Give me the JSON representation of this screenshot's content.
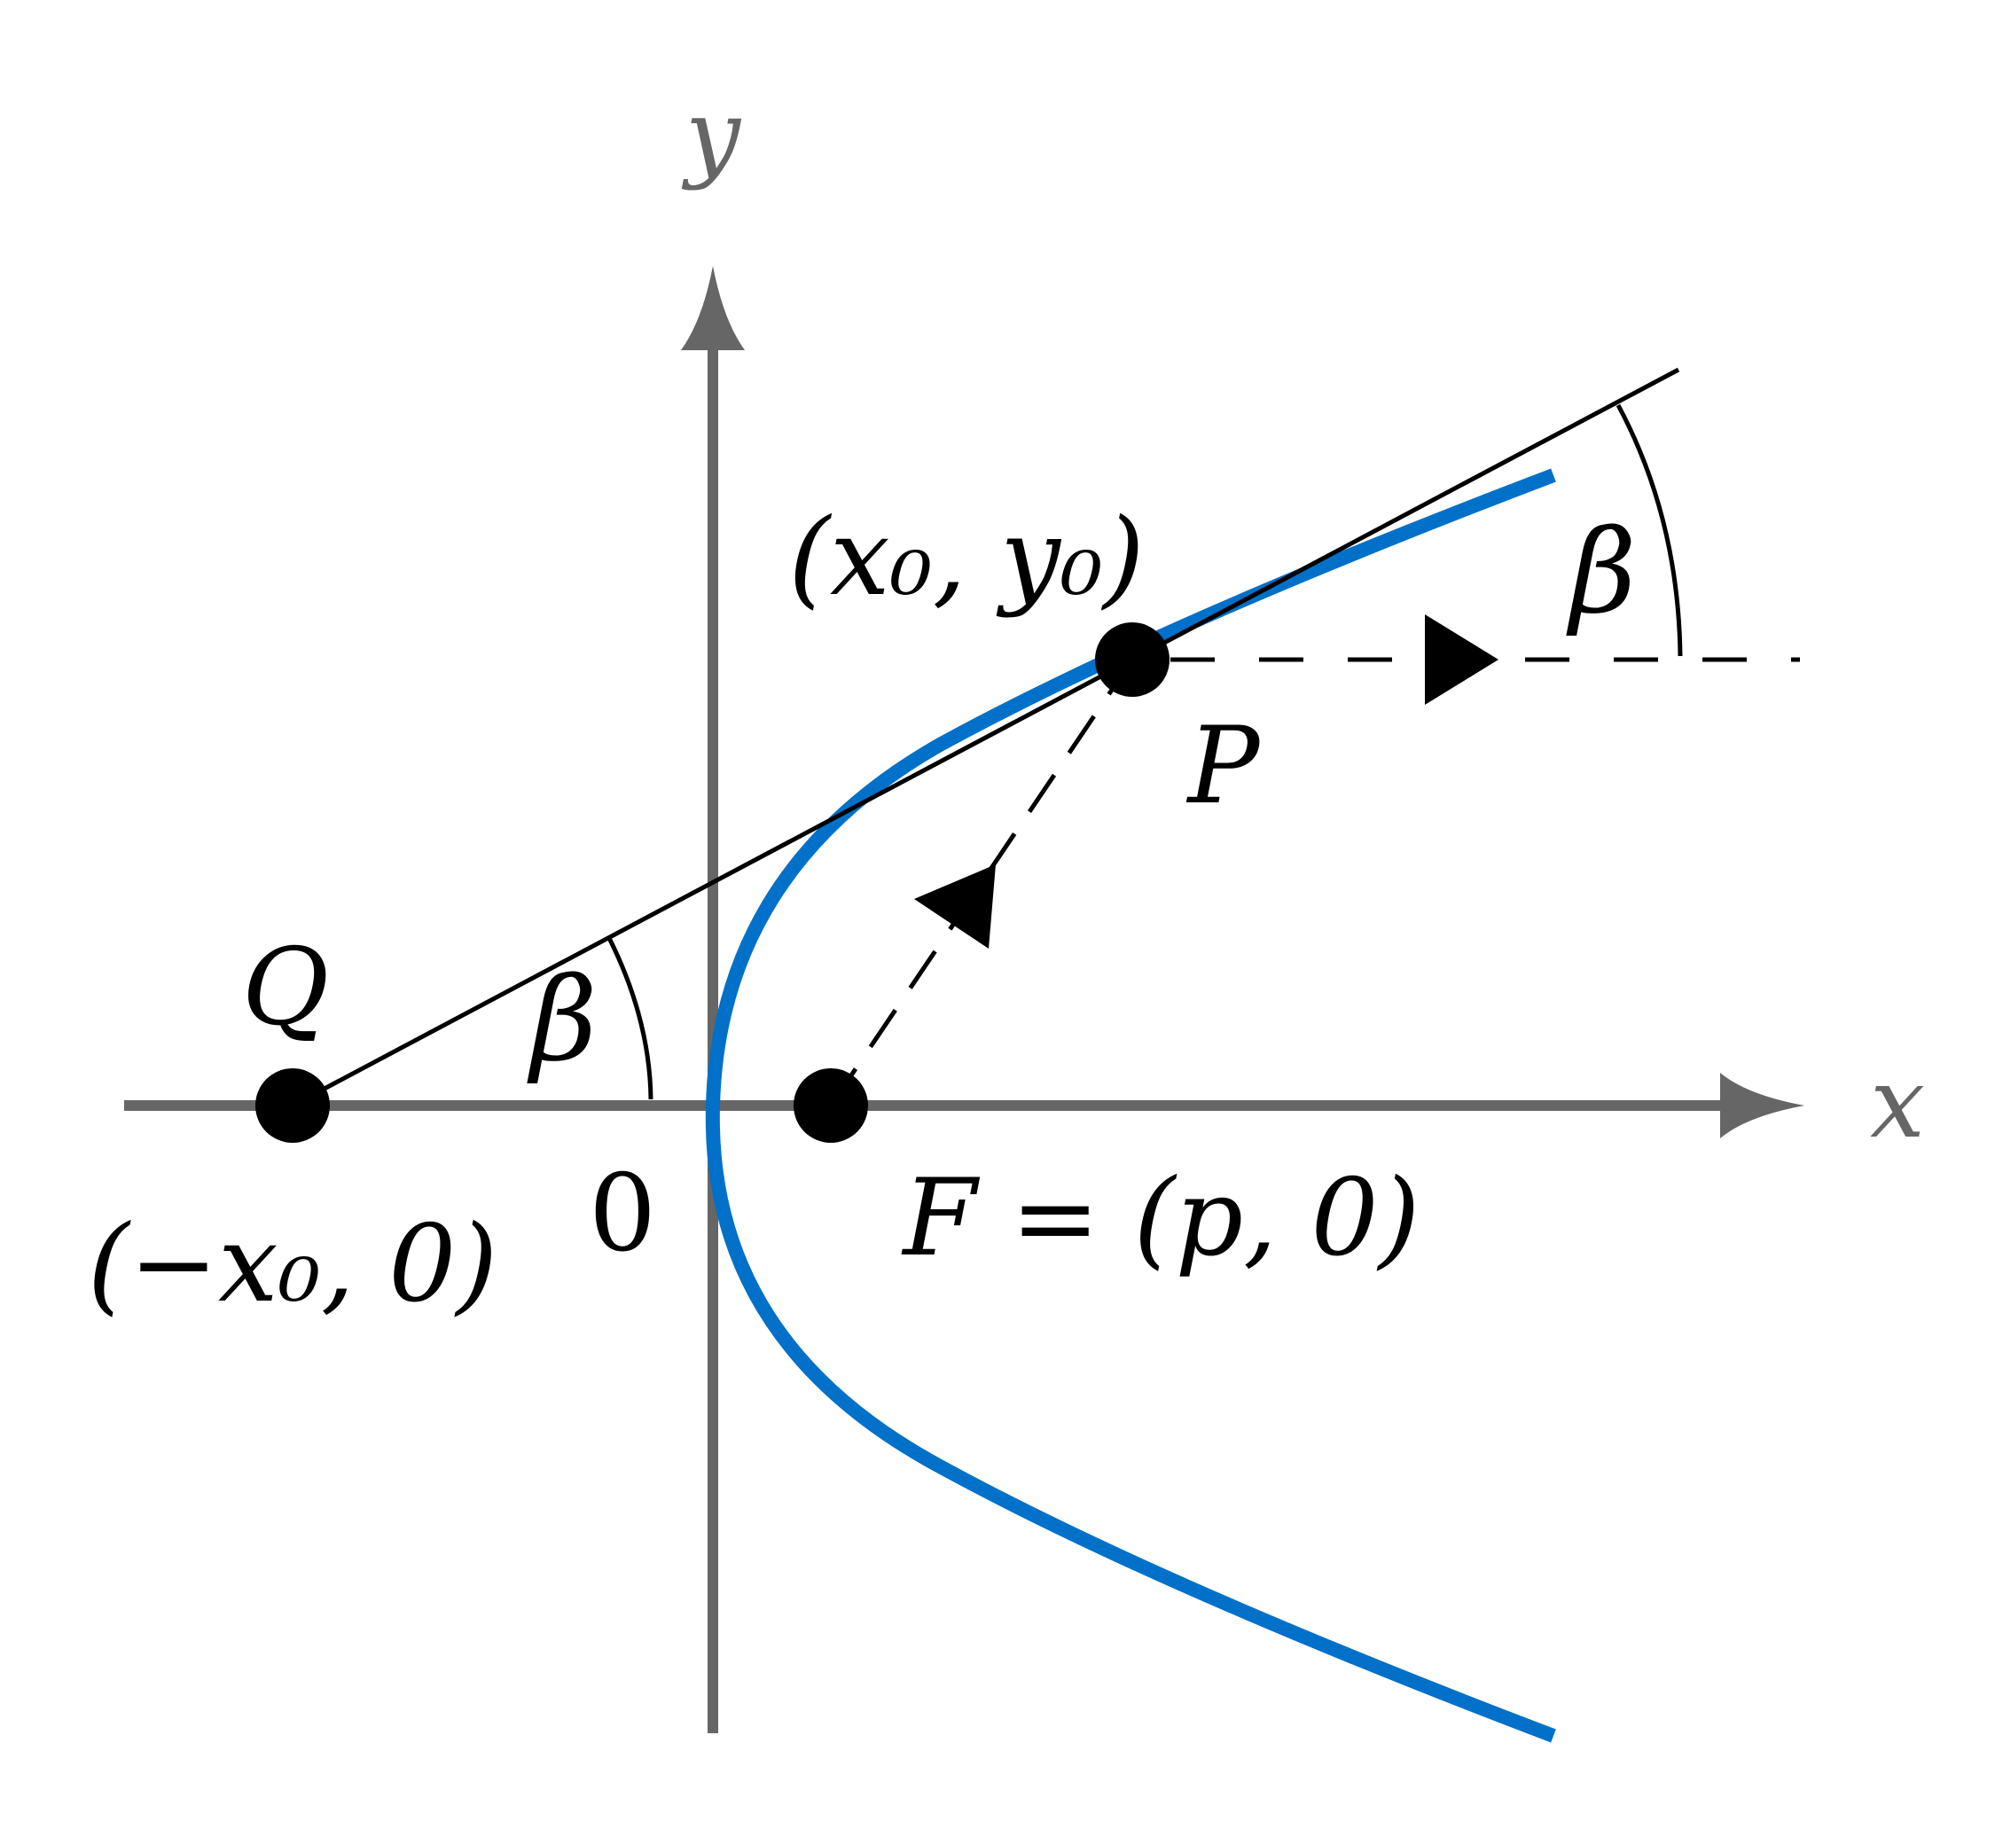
{
  "axes": {
    "x_label": "x",
    "y_label": "y",
    "origin_label": "0",
    "color": "#666666"
  },
  "curve": {
    "color": "#0070C8"
  },
  "points": {
    "P": {
      "name": "P",
      "coords": "(x₀, y₀)"
    },
    "F": {
      "equation": "F = (p, 0)"
    },
    "Q": {
      "name": "Q",
      "coords": "(−x₀, 0)"
    }
  },
  "angles": {
    "at_Q": "β",
    "at_P": "β"
  }
}
